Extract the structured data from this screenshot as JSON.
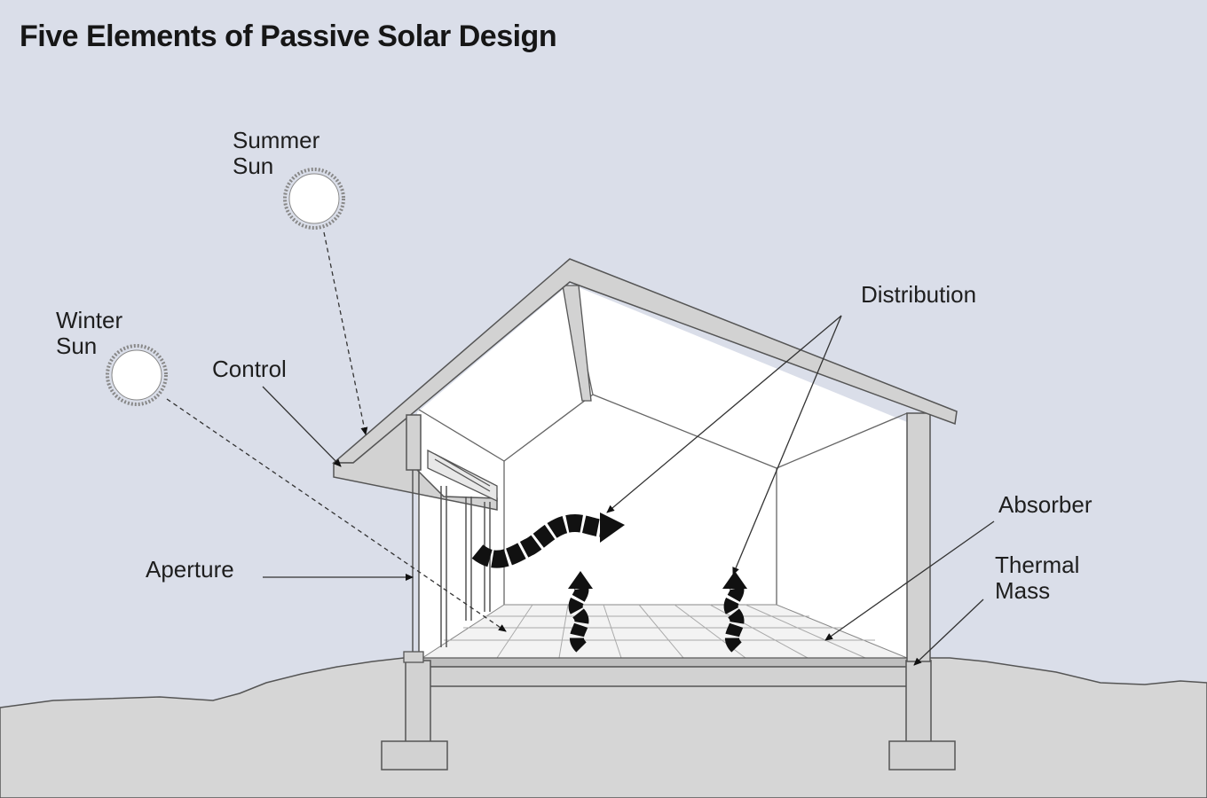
{
  "title": "Five Elements of Passive Solar Design",
  "labels": {
    "summer_sun": [
      "Summer",
      "Sun"
    ],
    "winter_sun": [
      "Winter",
      "Sun"
    ],
    "control": "Control",
    "aperture": "Aperture",
    "distribution": "Distribution",
    "absorber": "Absorber",
    "thermal_mass": [
      "Thermal",
      "Mass"
    ]
  },
  "colors": {
    "sky": "#dadee9",
    "ground": "#d6d6d6",
    "wall": "#d2d2d2",
    "interior": "#ffffff",
    "outline": "#555555",
    "arrow": "#111111"
  }
}
